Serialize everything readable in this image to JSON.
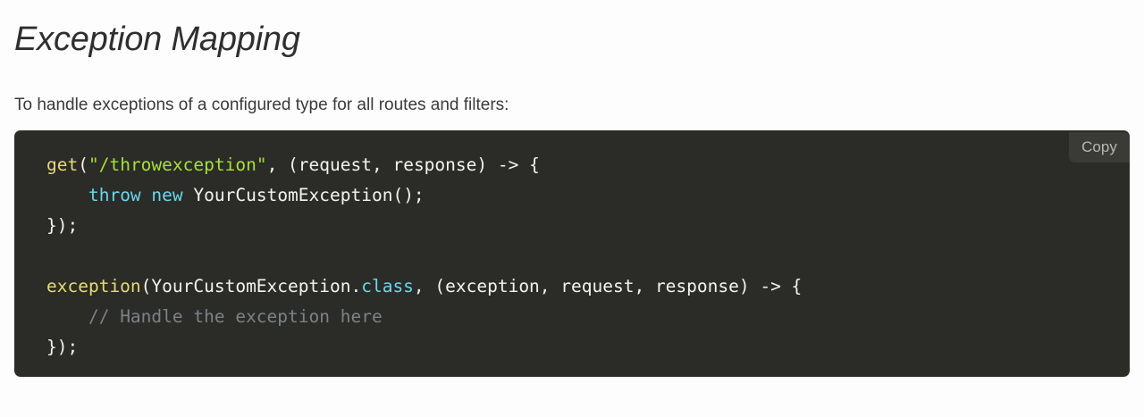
{
  "page": {
    "background_color": "#fdfdfd",
    "title": "Exception Mapping",
    "intro": "To handle exceptions of a configured type for all routes and filters:"
  },
  "code_block": {
    "background_color": "#2b2b28",
    "text_color": "#f3f3ef",
    "language": "java",
    "copy_label": "Copy",
    "theme_colors": {
      "function": "#e6db74",
      "string": "#a6e22e",
      "keyword": "#66d9ef",
      "plain": "#f3f3ef",
      "comment": "#7d8288"
    },
    "lines": [
      [
        {
          "t": "get",
          "c": "tok-fn"
        },
        {
          "t": "(",
          "c": "tok-plain"
        },
        {
          "t": "\"/throwexception\"",
          "c": "tok-str"
        },
        {
          "t": ", (request, response) -> {",
          "c": "tok-plain"
        }
      ],
      [
        {
          "t": "    ",
          "c": "tok-plain"
        },
        {
          "t": "throw",
          "c": "tok-kw"
        },
        {
          "t": " ",
          "c": "tok-plain"
        },
        {
          "t": "new",
          "c": "tok-kw"
        },
        {
          "t": " YourCustomException();",
          "c": "tok-plain"
        }
      ],
      [
        {
          "t": "});",
          "c": "tok-plain"
        }
      ],
      [
        {
          "t": "",
          "c": "tok-plain"
        }
      ],
      [
        {
          "t": "exception",
          "c": "tok-fn"
        },
        {
          "t": "(YourCustomException.",
          "c": "tok-plain"
        },
        {
          "t": "class",
          "c": "tok-kw"
        },
        {
          "t": ", (exception, request, response) -> {",
          "c": "tok-plain"
        }
      ],
      [
        {
          "t": "    ",
          "c": "tok-plain"
        },
        {
          "t": "// Handle the exception here",
          "c": "tok-comment"
        }
      ],
      [
        {
          "t": "});",
          "c": "tok-plain"
        }
      ]
    ]
  }
}
